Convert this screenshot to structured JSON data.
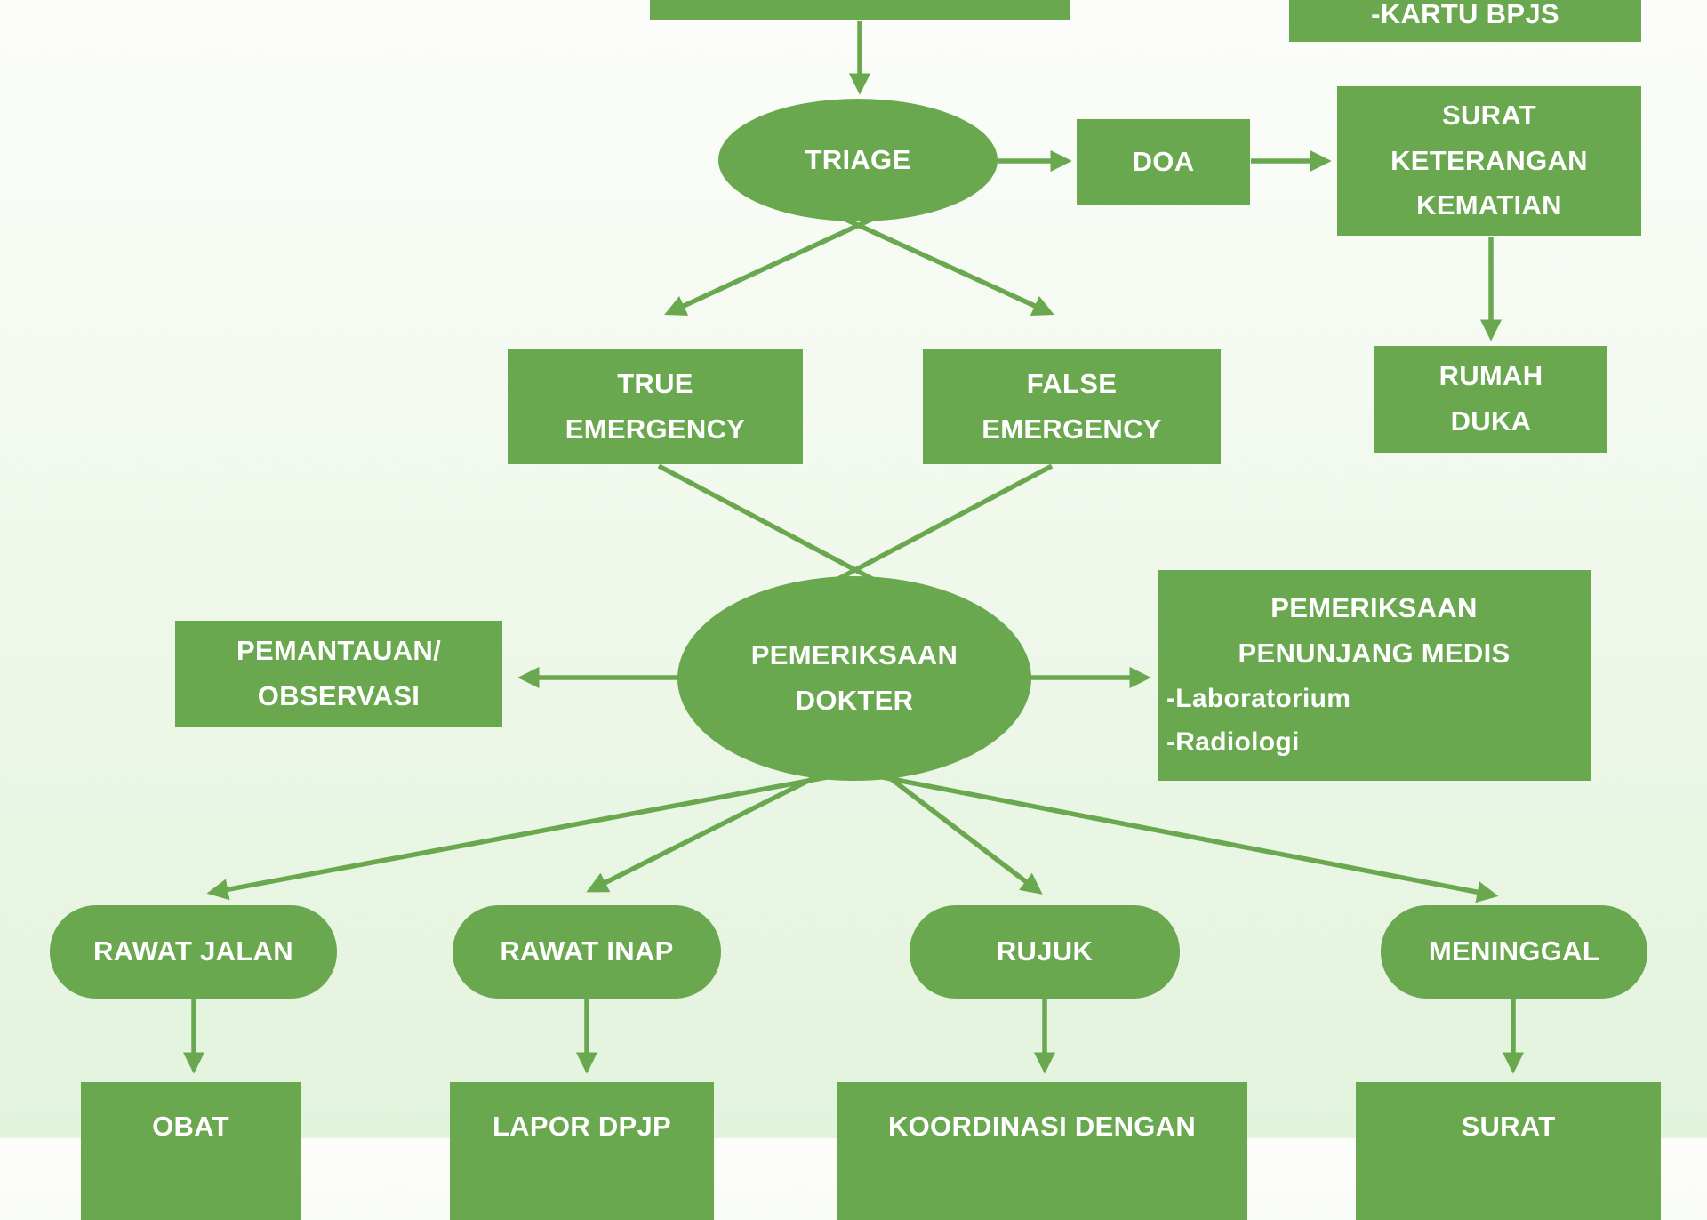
{
  "colors": {
    "node_fill": "#6aa84f",
    "label_text": "#ffffff",
    "background_top": "#fcfdfb",
    "background_bottom": "#e2f3dc"
  },
  "nodes": {
    "registration_partial": {
      "label": "-KARTU BPJS"
    },
    "triage": {
      "label": "TRIAGE"
    },
    "doa": {
      "label": "DOA"
    },
    "surat_keterangan_kematian": {
      "label": "SURAT\nKETERANGAN\nKEMATIAN"
    },
    "rumah_duka": {
      "label": "RUMAH\nDUKA"
    },
    "true_emergency": {
      "label": "TRUE\nEMERGENCY"
    },
    "false_emergency": {
      "label": "FALSE\nEMERGENCY"
    },
    "pemantauan_observasi": {
      "label": "PEMANTAUAN/\nOBSERVASI"
    },
    "pemeriksaan_dokter": {
      "label": "PEMERIKSAAN\nDOKTER"
    },
    "pemeriksaan_penunjang": {
      "heading": "PEMERIKSAAN\nPENUNJANG MEDIS",
      "items": [
        "-Laboratorium",
        "-Radiologi"
      ]
    },
    "rawat_jalan": {
      "label": "RAWAT JALAN"
    },
    "rawat_inap": {
      "label": "RAWAT INAP"
    },
    "rujuk": {
      "label": "RUJUK"
    },
    "meninggal": {
      "label": "MENINGGAL"
    },
    "obat": {
      "label": "OBAT"
    },
    "lapor_dpjp": {
      "label": "LAPOR DPJP"
    },
    "koordinasi_dengan": {
      "label": "KOORDINASI DENGAN"
    },
    "surat": {
      "label": "SURAT"
    }
  }
}
